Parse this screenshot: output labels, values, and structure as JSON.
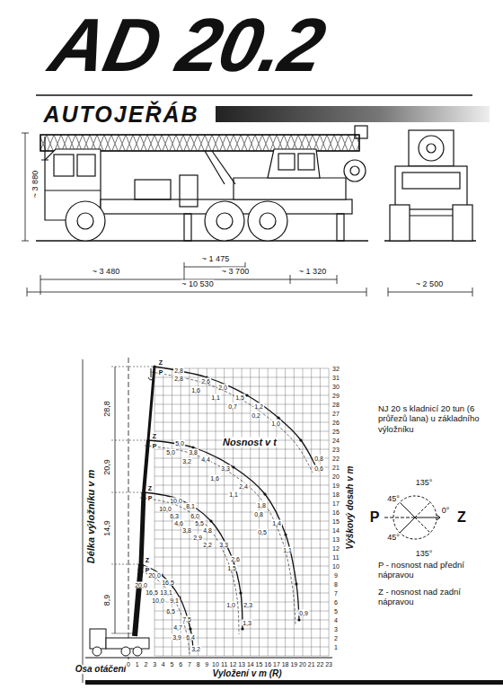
{
  "diagram": {
    "title": "AD 20.2",
    "labels": [
      "AUTOJEŘÁB",
      "~ 3 880",
      "~ 3 480",
      "~ 1 475",
      "~ 3 700",
      "~ 1 320",
      "~ 10 530",
      "~ 2 500",
      "Nosnost v t",
      "Délka výložníku v m",
      "Výškový dosah v m",
      "Vyložení v m (R)",
      "Osa otáčení",
      "28,8",
      "20,9",
      "14,9",
      "8,9",
      "NJ 20 s kladnicí 20 tun (6 průřezů lana) u základního výložníku",
      "P",
      "Z",
      "135°",
      "45°",
      "45°",
      "0°",
      "135°",
      "P - nosnost nad přední nápravou",
      "Z - nosnost nad zadní nápravou",
      "0",
      "1",
      "2",
      "3",
      "4",
      "5",
      "6",
      "7",
      "8",
      "9",
      "10",
      "11",
      "12",
      "13",
      "14",
      "15",
      "16",
      "17",
      "18",
      "19",
      "20",
      "21",
      "22",
      "23",
      "1",
      "2",
      "3",
      "4",
      "5",
      "6",
      "7",
      "8",
      "9",
      "10",
      "11",
      "12",
      "13",
      "14",
      "15",
      "16",
      "17",
      "18",
      "19",
      "20",
      "21",
      "22",
      "23",
      "24",
      "25",
      "26",
      "27",
      "28",
      "29",
      "30",
      "31",
      "32",
      "Z",
      "P",
      "Z",
      "P",
      "Z",
      "P",
      "Z",
      "P",
      "2,8",
      "2,8",
      "2,6",
      "1,6",
      "2,0",
      "1,1",
      "1,5",
      "0,7",
      "1,2",
      "0,2",
      "1,0",
      "0,8",
      "0,6",
      "5,0",
      "5,0",
      "3,8",
      "3,2",
      "4,4",
      "3,3",
      "1,6",
      "2,4",
      "1,1",
      "1,8",
      "0,8",
      "1,4",
      "0,5",
      "1,1",
      "0,9",
      "10,0",
      "8,1",
      "10,0",
      "6,3",
      "6,0",
      "4,6",
      "5,5",
      "3,8",
      "4,8",
      "2,9",
      "2,2",
      "3,3",
      "2,6",
      "1,5",
      "1,0",
      "2,3",
      "1,3",
      "20,0",
      "16,5",
      "20,0",
      "16,5",
      "13,1",
      "10,0",
      "9,1",
      "6,5",
      "7,5",
      "4,7",
      "3,9",
      "6,4",
      "3,2"
    ]
  }
}
